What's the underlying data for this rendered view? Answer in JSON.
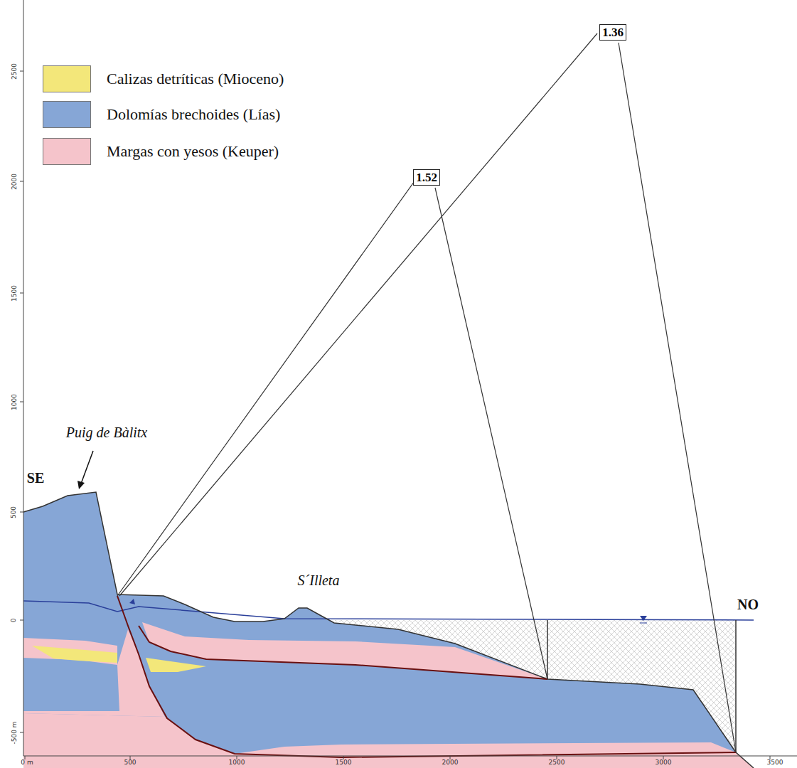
{
  "diagram": {
    "nodes": [
      {
        "text": [
          "1.36"
        ]
      },
      {
        "text": [
          "1.52"
        ]
      }
    ],
    "labels": [
      "SE",
      "Puig de Bàlitx",
      "S´Illeta",
      "NO",
      "0 m",
      "500",
      "1000",
      "1500",
      "2000",
      "2500",
      "3000",
      "3500",
      "2500",
      "2000",
      "1500",
      "1000",
      "500",
      "0",
      "-500 m"
    ],
    "legend": [
      {
        "text": "Calizas detríticas (Mioceno)",
        "color": "#f3e77a"
      },
      {
        "text": "Dolomías brechoides (Lías)",
        "color": "#86a6d6"
      },
      {
        "text": "Margas con yesos (Keuper)",
        "color": "#f5c4cb"
      }
    ]
  }
}
